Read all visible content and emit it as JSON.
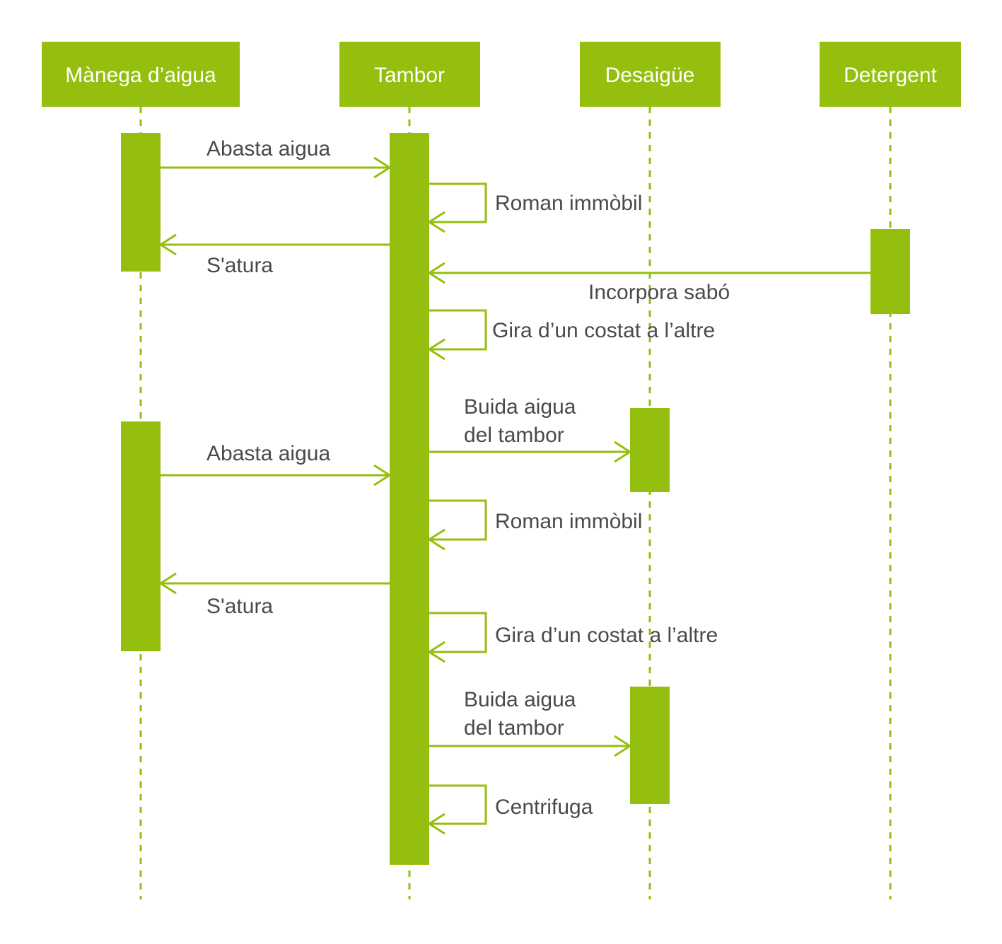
{
  "colors": {
    "accent": "#95bf0f",
    "text": "#4a4a4a",
    "actor_text": "#ffffff"
  },
  "actors": [
    {
      "id": "manega",
      "label": "Mànega d’aigua"
    },
    {
      "id": "tambor",
      "label": "Tambor"
    },
    {
      "id": "desaigue",
      "label": "Desaigüe"
    },
    {
      "id": "detergent",
      "label": "Detergent"
    }
  ],
  "messages": [
    {
      "from": "manega",
      "to": "tambor",
      "kind": "call",
      "lines": [
        "Abasta aigua"
      ]
    },
    {
      "from": "tambor",
      "to": "tambor",
      "kind": "self",
      "lines": [
        "Roman immòbil"
      ]
    },
    {
      "from": "tambor",
      "to": "manega",
      "kind": "return",
      "lines": [
        "S'atura"
      ]
    },
    {
      "from": "detergent",
      "to": "tambor",
      "kind": "return",
      "lines": [
        "Incorpora sabó"
      ]
    },
    {
      "from": "tambor",
      "to": "tambor",
      "kind": "self",
      "lines": [
        "Gira d’un costat a l’altre"
      ]
    },
    {
      "from": "tambor",
      "to": "desaigue",
      "kind": "call",
      "lines": [
        "Buida aigua",
        "del tambor"
      ]
    },
    {
      "from": "manega",
      "to": "tambor",
      "kind": "call",
      "lines": [
        "Abasta aigua"
      ]
    },
    {
      "from": "tambor",
      "to": "tambor",
      "kind": "self",
      "lines": [
        "Roman immòbil"
      ]
    },
    {
      "from": "tambor",
      "to": "manega",
      "kind": "return",
      "lines": [
        "S'atura"
      ]
    },
    {
      "from": "tambor",
      "to": "tambor",
      "kind": "self",
      "lines": [
        "Gira d’un costat a l’altre"
      ]
    },
    {
      "from": "tambor",
      "to": "desaigue",
      "kind": "call",
      "lines": [
        "Buida aigua",
        "del tambor"
      ]
    },
    {
      "from": "tambor",
      "to": "tambor",
      "kind": "self",
      "lines": [
        "Centrifuga"
      ]
    }
  ]
}
